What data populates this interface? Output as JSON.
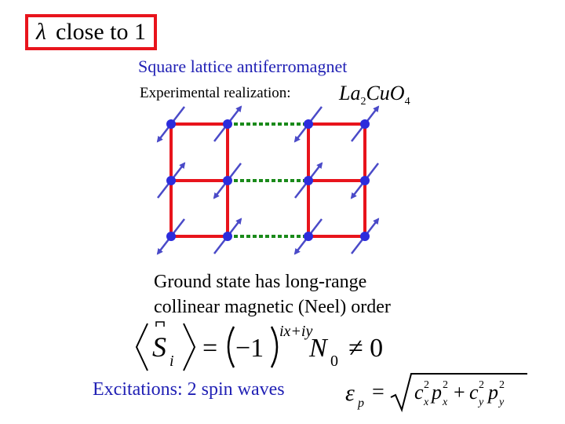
{
  "title": {
    "symbol": "λ",
    "text": "close to 1"
  },
  "subtitle": "Square lattice antiferromagnet",
  "experimental": {
    "label": "Experimental realization:",
    "material": {
      "la": "La",
      "la_sub": "2",
      "cu": "CuO",
      "o_sub": "4"
    }
  },
  "lattice": {
    "site_color": "#2c2cdc",
    "bond_color": "#e8141c",
    "dashed_bond_color": "#1a8a1a",
    "spin_color": "#4a4ac8",
    "columns": 4,
    "rows": 3,
    "dashed_column_gap": 2,
    "spins": [
      [
        "down",
        "up",
        "down",
        "up"
      ],
      [
        "up",
        "down",
        "up",
        "down"
      ],
      [
        "down",
        "up",
        "down",
        "up"
      ]
    ]
  },
  "ground_state": {
    "line1": "Ground state has long-range",
    "line2": "collinear magnetic (Neel) order"
  },
  "order_equation": {
    "S": "S",
    "i": "i",
    "equals": "=",
    "base": "−1",
    "exponent": "ix+iy",
    "N": "N",
    "N_sub": "0",
    "neq": "≠ 0"
  },
  "excitations": {
    "label": "Excitations:  2 spin waves",
    "eps": "ε",
    "eps_sub": "p",
    "equals": "=",
    "cx": "c",
    "x": "x",
    "px": "p",
    "plus": "+",
    "cy": "c",
    "y": "y",
    "py": "p",
    "two": "2"
  }
}
